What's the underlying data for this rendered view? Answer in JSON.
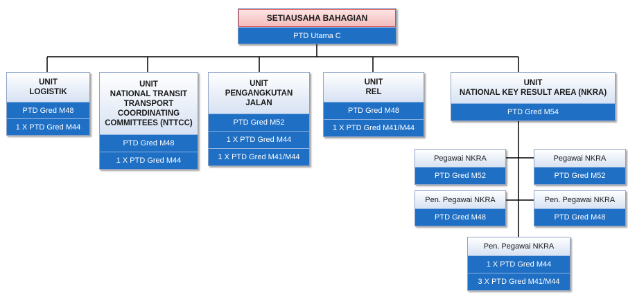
{
  "top": {
    "title": "SETIAUSAHA BAHAGIAN",
    "rows": [
      "PTD Utama C"
    ]
  },
  "units": [
    {
      "key": "logistik",
      "title": "UNIT\nLOGISTIK",
      "rows": [
        "PTD Gred M48",
        "1 X PTD Gred M44"
      ]
    },
    {
      "key": "nttcc",
      "title": "UNIT\nNATIONAL TRANSIT\nTRANSPORT\nCOORDINATING\nCOMMITTEES (NTTCC)",
      "rows": [
        "PTD Gred M48",
        "1 X PTD Gred M44"
      ]
    },
    {
      "key": "jalan",
      "title": "UNIT\nPENGANGKUTAN\nJALAN",
      "rows": [
        "PTD Gred M52",
        "1 X PTD Gred M44",
        "1 X PTD Gred M41/M44"
      ]
    },
    {
      "key": "rel",
      "title": "UNIT\nREL",
      "rows": [
        "PTD Gred M48",
        "1 X PTD Gred M41/M44"
      ]
    },
    {
      "key": "nkra",
      "title": "UNIT\nNATIONAL KEY RESULT AREA (NKRA)",
      "rows": [
        "PTD Gred M54"
      ]
    }
  ],
  "nkra_staff": [
    {
      "key": "pegawai-left",
      "title": "Pegawai NKRA",
      "rows": [
        "PTD Gred M52"
      ]
    },
    {
      "key": "pegawai-right",
      "title": "Pegawai NKRA",
      "rows": [
        "PTD Gred M52"
      ]
    },
    {
      "key": "pen-pegawai-left",
      "title": "Pen. Pegawai NKRA",
      "rows": [
        "PTD Gred M48"
      ]
    },
    {
      "key": "pen-pegawai-right",
      "title": "Pen. Pegawai NKRA",
      "rows": [
        "PTD Gred M48"
      ]
    },
    {
      "key": "pen-pegawai-bottom",
      "title": "Pen. Pegawai NKRA",
      "rows": [
        "1 X PTD Gred M44",
        "3 X PTD Gred M41/M44"
      ]
    }
  ]
}
